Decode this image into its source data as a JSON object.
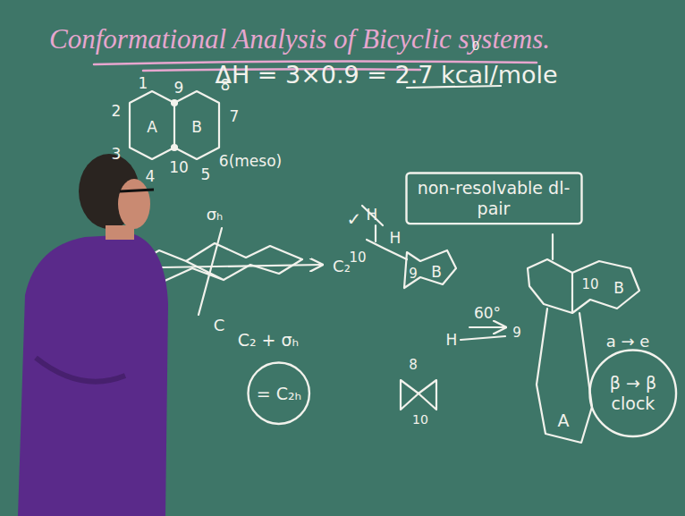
{
  "diagram": {
    "title": "Conformational Analysis of Bicyclic systems.",
    "nodes": [
      {
        "text": [
          "non-resolvable dl-pair"
        ]
      },
      {
        "text": [
          "= C₂ₕ"
        ]
      },
      {
        "text": [
          "β → β clock"
        ]
      }
    ],
    "labels": [
      "1",
      "9",
      "8",
      "2",
      "A",
      "B",
      "7",
      "3",
      "10",
      "6(meso)",
      "4",
      "5",
      "ΔH = 3×0.9 = 2.7 kcal/mole",
      "0",
      "σₕ",
      "C₂",
      "C",
      "C₂ + σₕ",
      "✓",
      "H",
      "H",
      "10",
      "9",
      "B",
      "60°",
      "H",
      "9",
      "10",
      "B",
      "A",
      "8",
      "10",
      "a → e"
    ]
  }
}
